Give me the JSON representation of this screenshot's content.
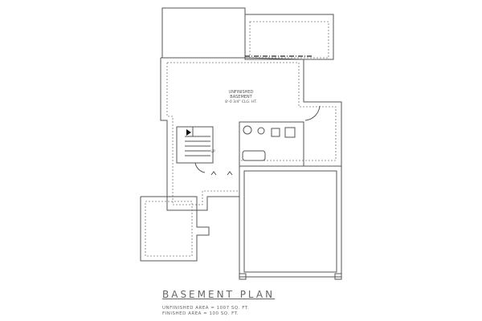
{
  "plan": {
    "title": "BASEMENT PLAN",
    "areas": [
      "UNFINISHED AREA = 1007 SQ. FT.",
      "FINISHED AREA = 100 SQ. FT."
    ],
    "room_label": [
      "UNFINISHED",
      "BASEMENT",
      "8'-0 3/4\" CLG. HT."
    ],
    "stair_label": "UP"
  }
}
